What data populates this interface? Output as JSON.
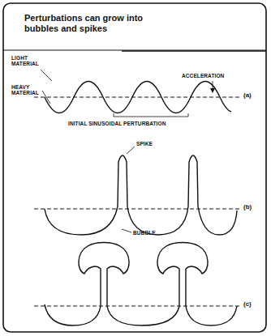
{
  "diagram": {
    "title": "Perturbations can grow into bubbles and spikes",
    "labels": [
      "LIGHT MATERIAL",
      "HEAVY MATERIAL",
      "ACCELERATION",
      "INITIAL SINUSOIDAL PERTURBATION",
      "(a)",
      "SPIKE",
      "BUBBLE",
      "(b)",
      "(c)"
    ]
  }
}
